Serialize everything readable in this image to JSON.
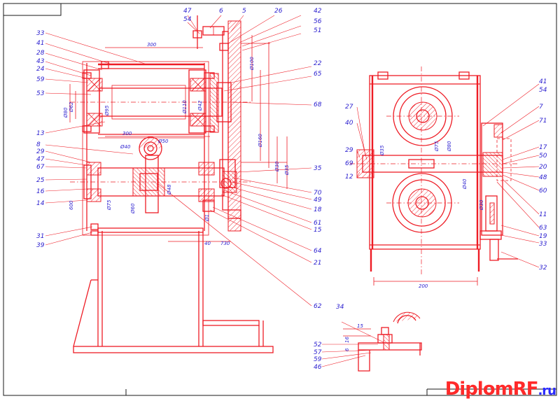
{
  "watermark": {
    "brand": "DiplomRF",
    "tld": ".ru",
    "brand_color": "#ff2a2a",
    "tld_color": "#2a2aff"
  },
  "colors": {
    "outline": "#ee1c25",
    "labels": "#2a1ecf",
    "title_block": "#1a1a1a"
  },
  "left_view": {
    "callouts_left": [
      "33",
      "41",
      "28",
      "43",
      "24",
      "59",
      "53",
      "13",
      "8",
      "29",
      "47",
      "67",
      "25",
      "16",
      "14",
      "31",
      "39"
    ],
    "callouts_top": [
      "47",
      "54",
      "6",
      "5",
      "26",
      "42",
      "56",
      "51"
    ],
    "callouts_right": [
      "22",
      "65",
      "68",
      "35",
      "70",
      "49",
      "18",
      "61",
      "15",
      "64",
      "21",
      "62"
    ],
    "dimensions": [
      "300",
      "300",
      "Ø40",
      "Ø50",
      "Ø62",
      "Ø80",
      "Ø95",
      "Ø110",
      "Ø42",
      "Ø100",
      "Ø160",
      "Ø30",
      "Ø35",
      "Ø75",
      "Ø60",
      "Ø48",
      "Ø1",
      "600",
      "40",
      "730"
    ]
  },
  "right_view": {
    "callouts_left": [
      "27",
      "40",
      "29",
      "69",
      "12"
    ],
    "callouts_right": [
      "41",
      "54",
      "7",
      "71",
      "17",
      "50",
      "20",
      "48",
      "60",
      "11",
      "63",
      "19",
      "33",
      "32"
    ],
    "dimensions": [
      "200",
      "Ø75",
      "Ø80",
      "Ø40",
      "Ø35",
      "Ø30"
    ]
  },
  "detail_view": {
    "callouts": [
      "34",
      "52",
      "57",
      "59",
      "46"
    ],
    "dimensions": [
      "15",
      "16",
      "6"
    ]
  }
}
